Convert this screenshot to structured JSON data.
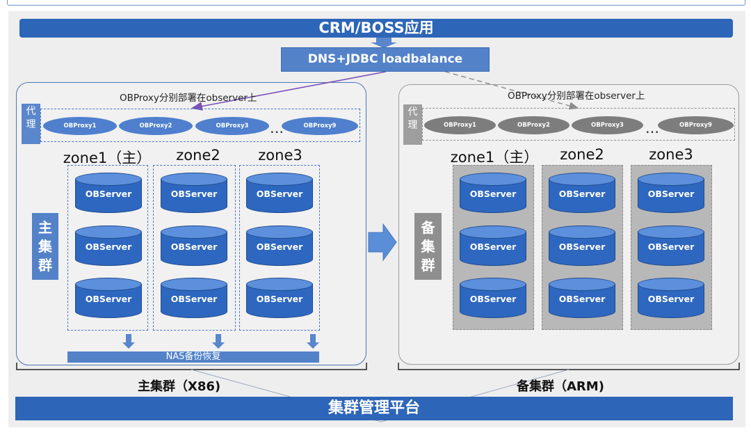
{
  "diagram": {
    "app_banner": "CRM/BOSS应用",
    "loadbalancer": "DNS+JDBC loadbalance",
    "platform_banner": "集群管理平台",
    "main_cluster": {
      "proxy_caption": "OBProxy分别部署在observer上",
      "proxy_tag": "代理",
      "proxies": [
        "OBProxy1",
        "OBProxy2",
        "OBProxy3",
        "OBProxy9"
      ],
      "ellipsis": "…",
      "zones": [
        "zone1（主）",
        "zone2",
        "zone3"
      ],
      "server_label": "OBServer",
      "side_label": "主集群",
      "backup_label": "NAS备份恢复",
      "caption": "主集群（X86)"
    },
    "standby_cluster": {
      "proxy_caption": "OBProxy分别部署在observer上",
      "proxy_tag": "代理",
      "proxies": [
        "OBProxy1",
        "OBProxy2",
        "OBProxy3",
        "OBProxy9"
      ],
      "ellipsis": "…",
      "zones": [
        "zone1（主）",
        "zone2",
        "zone3"
      ],
      "server_label": "OBServer",
      "side_label": "备集群",
      "caption": "备集群（ARM)"
    },
    "colors": {
      "primary_blue": "#2d65b8",
      "light_blue": "#5382c9",
      "standby_gray": "#8f8f8f",
      "main_arrow": "#7b4fb8",
      "standby_arrow": "#8c8c8c"
    }
  }
}
